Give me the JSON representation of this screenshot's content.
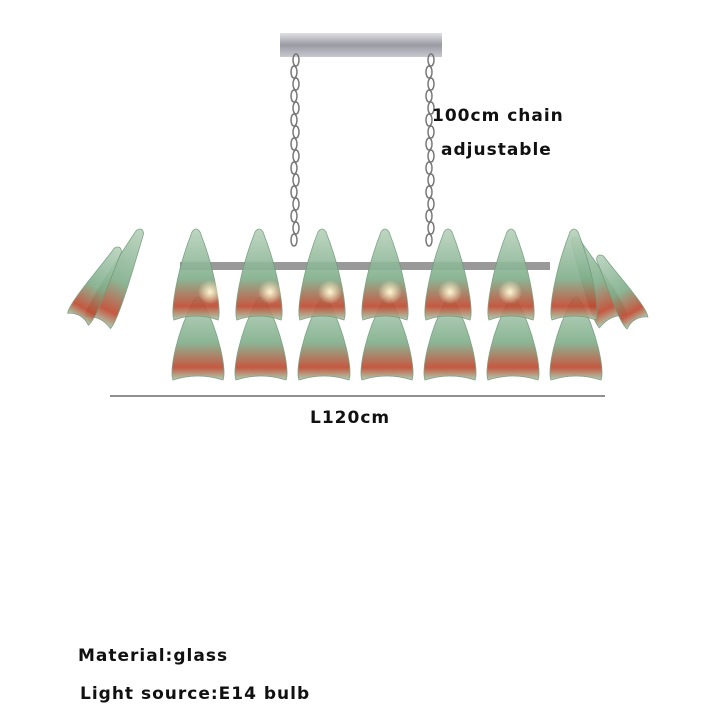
{
  "product": {
    "chain_label_line1": "100cm chain",
    "chain_label_line2": "adjustable",
    "length_label": "L120cm",
    "material": "Material:glass",
    "light_source": "Light source:E14 bulb"
  },
  "colors": {
    "glass_green": "#8fb89a",
    "glass_red": "#c0472e",
    "chrome": "#a8a8b0"
  }
}
